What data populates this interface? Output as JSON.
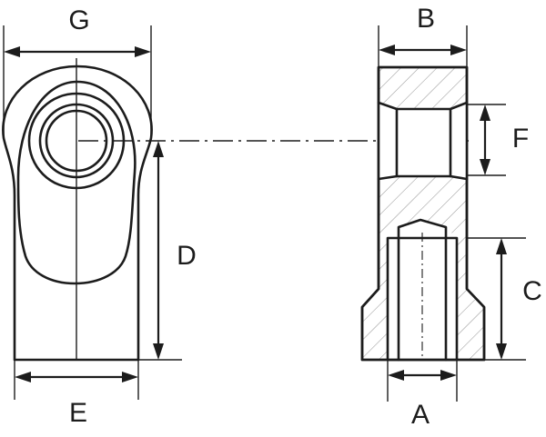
{
  "labels": {
    "G": "G",
    "E": "E",
    "D": "D",
    "B": "B",
    "F": "F",
    "C": "C",
    "A": "A"
  },
  "colors": {
    "stroke": "#1c1c1c",
    "hatch": "#9a9a9a",
    "background": "#ffffff"
  }
}
